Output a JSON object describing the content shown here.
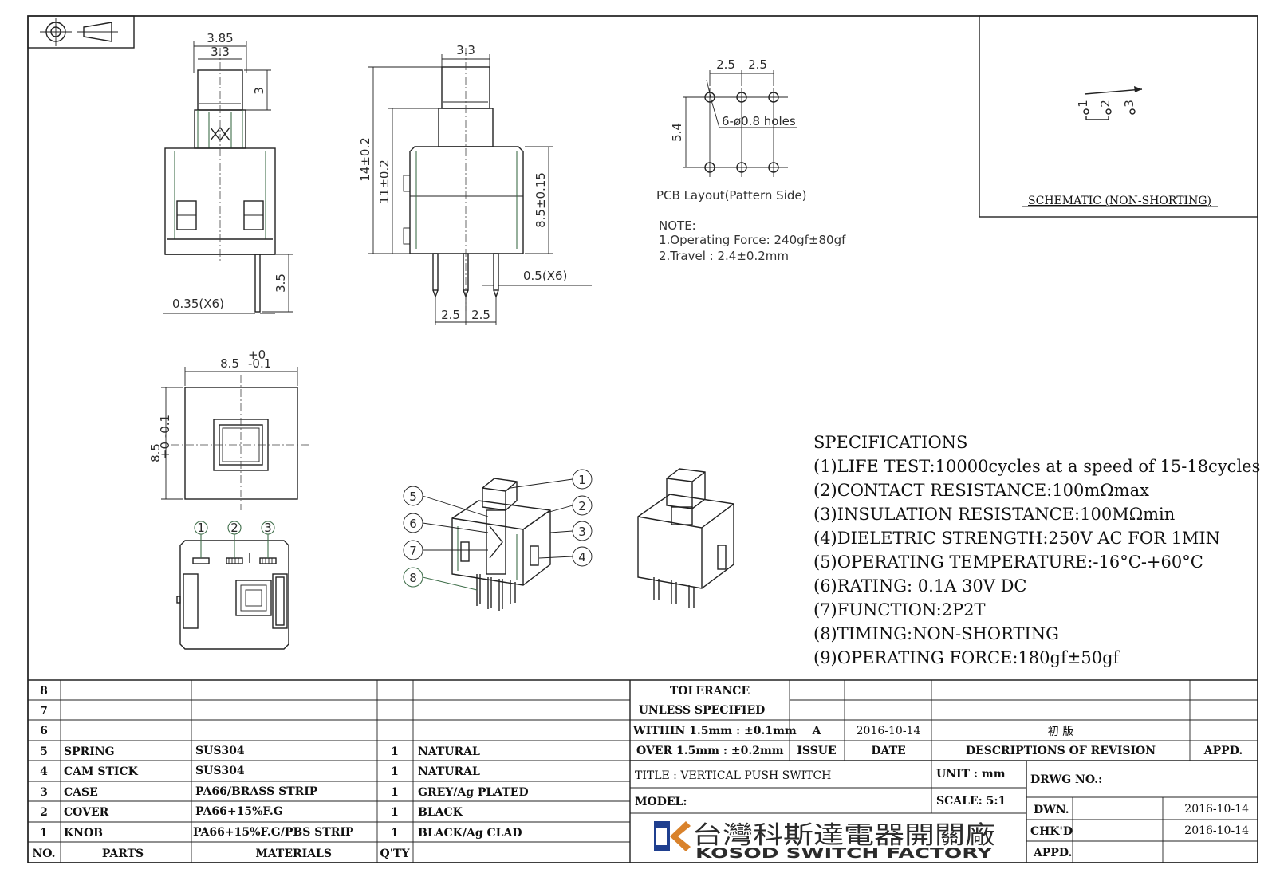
{
  "header": {
    "schematic_title": "SCHEMATIC (NON-SHORTING)",
    "schematic_pins": [
      "1",
      "2",
      "3"
    ]
  },
  "dimensions": {
    "side_top_outer": "3.85",
    "side_top_inner": "3.3",
    "side_knob_h": "3",
    "side_pin_len": "3.5",
    "side_pin_w": "0.35(X6)",
    "front_top": "3.3",
    "front_total_h": "14±0.2",
    "front_body_h": "11±0.2",
    "front_case_h": "8.5±0.15",
    "front_pin_w": "0.5(X6)",
    "front_pitch_a": "2.5",
    "front_pitch_b": "2.5",
    "top_width_base": "8.5",
    "top_width_tol_upper": "+0",
    "top_width_tol_lower": "-0.1",
    "top_height": "8.5",
    "top_height_tol": "+0 -0.1",
    "bottom_pins": [
      "1",
      "2",
      "3"
    ]
  },
  "pcb": {
    "pitch_a": "2.5",
    "pitch_b": "2.5",
    "row_gap": "5.4",
    "holes": "6-ø0.8 holes",
    "caption": "PCB Layout(Pattern Side)",
    "note_title": "NOTE:",
    "notes": [
      "1.Operating Force: 240gf±80gf",
      "2.Travel : 2.4±0.2mm"
    ]
  },
  "callouts": [
    "1",
    "2",
    "3",
    "4",
    "5",
    "6",
    "7",
    "8"
  ],
  "specifications": {
    "title": "SPECIFICATIONS",
    "items": [
      "(1)LIFE TEST:10000cycles at a speed of 15-18cycles",
      "(2)CONTACT RESISTANCE:100mΩmax",
      "(3)INSULATION RESISTANCE:100MΩmin",
      "(4)DIELETRIC STRENGTH:250V AC FOR 1MIN",
      "(5)OPERATING TEMPERATURE:-16°C-+60°C",
      "(6)RATING: 0.1A 30V DC",
      "(7)FUNCTION:2P2T",
      "(8)TIMING:NON-SHORTING",
      "(9)OPERATING FORCE:180gf±50gf"
    ]
  },
  "bom": {
    "header": {
      "no": "NO.",
      "parts": "PARTS",
      "materials": "MATERIALS",
      "qty": "Q'TY"
    },
    "rows": [
      {
        "no": "8",
        "part": "",
        "material": "",
        "qty": "",
        "finish": ""
      },
      {
        "no": "7",
        "part": "",
        "material": "",
        "qty": "",
        "finish": ""
      },
      {
        "no": "6",
        "part": "",
        "material": "",
        "qty": "",
        "finish": ""
      },
      {
        "no": "5",
        "part": "SPRING",
        "material": "SUS304",
        "qty": "1",
        "finish": "NATURAL"
      },
      {
        "no": "4",
        "part": "CAM STICK",
        "material": "SUS304",
        "qty": "1",
        "finish": "NATURAL"
      },
      {
        "no": "3",
        "part": "CASE",
        "material": "PA66/BRASS STRIP",
        "qty": "1",
        "finish": "GREY/Ag PLATED"
      },
      {
        "no": "2",
        "part": "COVER",
        "material": "PA66+15%F.G",
        "qty": "1",
        "finish": "BLACK"
      },
      {
        "no": "1",
        "part": "KNOB",
        "material": "PA66+15%F.G/PBS STRIP",
        "qty": "1",
        "finish": "BLACK/Ag CLAD"
      }
    ]
  },
  "titleblock": {
    "tolerance_1": "TOLERANCE",
    "tolerance_2": "UNLESS  SPECIFIED",
    "within": "WITHIN 1.5mm : ±0.1mm",
    "over": "OVER 1.5mm : ±0.2mm",
    "rev_issue": "A",
    "rev_date": "2016-10-14",
    "rev_desc": "初  版",
    "col_issue": "ISSUE",
    "col_date": "DATE",
    "col_desc": "DESCRIPTIONS  OF  REVISION",
    "col_appd": "APPD.",
    "title": "TITLE :  VERTICAL PUSH SWITCH",
    "unit": "UNIT :   mm",
    "model": "MODEL:",
    "scale": "SCALE:  5:1",
    "drwg_no": "DRWG NO.:",
    "dwn": "DWN.",
    "dwn_date": "2016-10-14",
    "chkd": "CHK'D",
    "chkd_date": "2016-10-14",
    "appd": "APPD.",
    "company_cn": "台灣科斯達電器開關廠",
    "company_en": "KOSOD SWITCH FACTORY"
  },
  "colors": {
    "line": "#222222",
    "accent": "#3f6e4a",
    "logo_orange": "#d9822b",
    "logo_blue": "#1f3f8f"
  }
}
